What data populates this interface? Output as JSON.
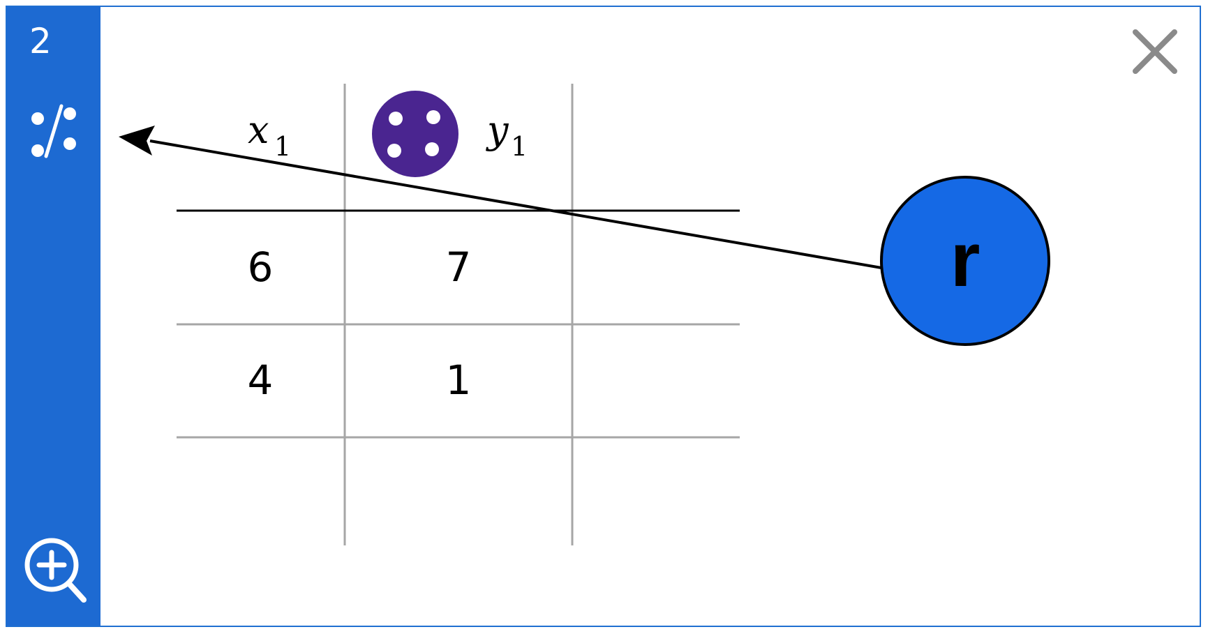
{
  "sidebar": {
    "step_number": "2",
    "fraction_icon": "fraction-icon",
    "zoom_icon": "zoom-in-icon",
    "background_color": "#1d6ad2"
  },
  "close_icon": "close-icon",
  "table": {
    "headers": [
      {
        "var": "x",
        "sub": "1"
      },
      {
        "var": "y",
        "sub": "1"
      },
      {
        "var": "",
        "sub": ""
      }
    ],
    "rows": [
      [
        "6",
        "7",
        ""
      ],
      [
        "4",
        "1",
        ""
      ],
      [
        "",
        "",
        ""
      ]
    ]
  },
  "purple_token": {
    "icon": "four-dots-token-icon",
    "color": "#4a2590"
  },
  "r_token": {
    "label": "r",
    "color": "#1569e5"
  }
}
